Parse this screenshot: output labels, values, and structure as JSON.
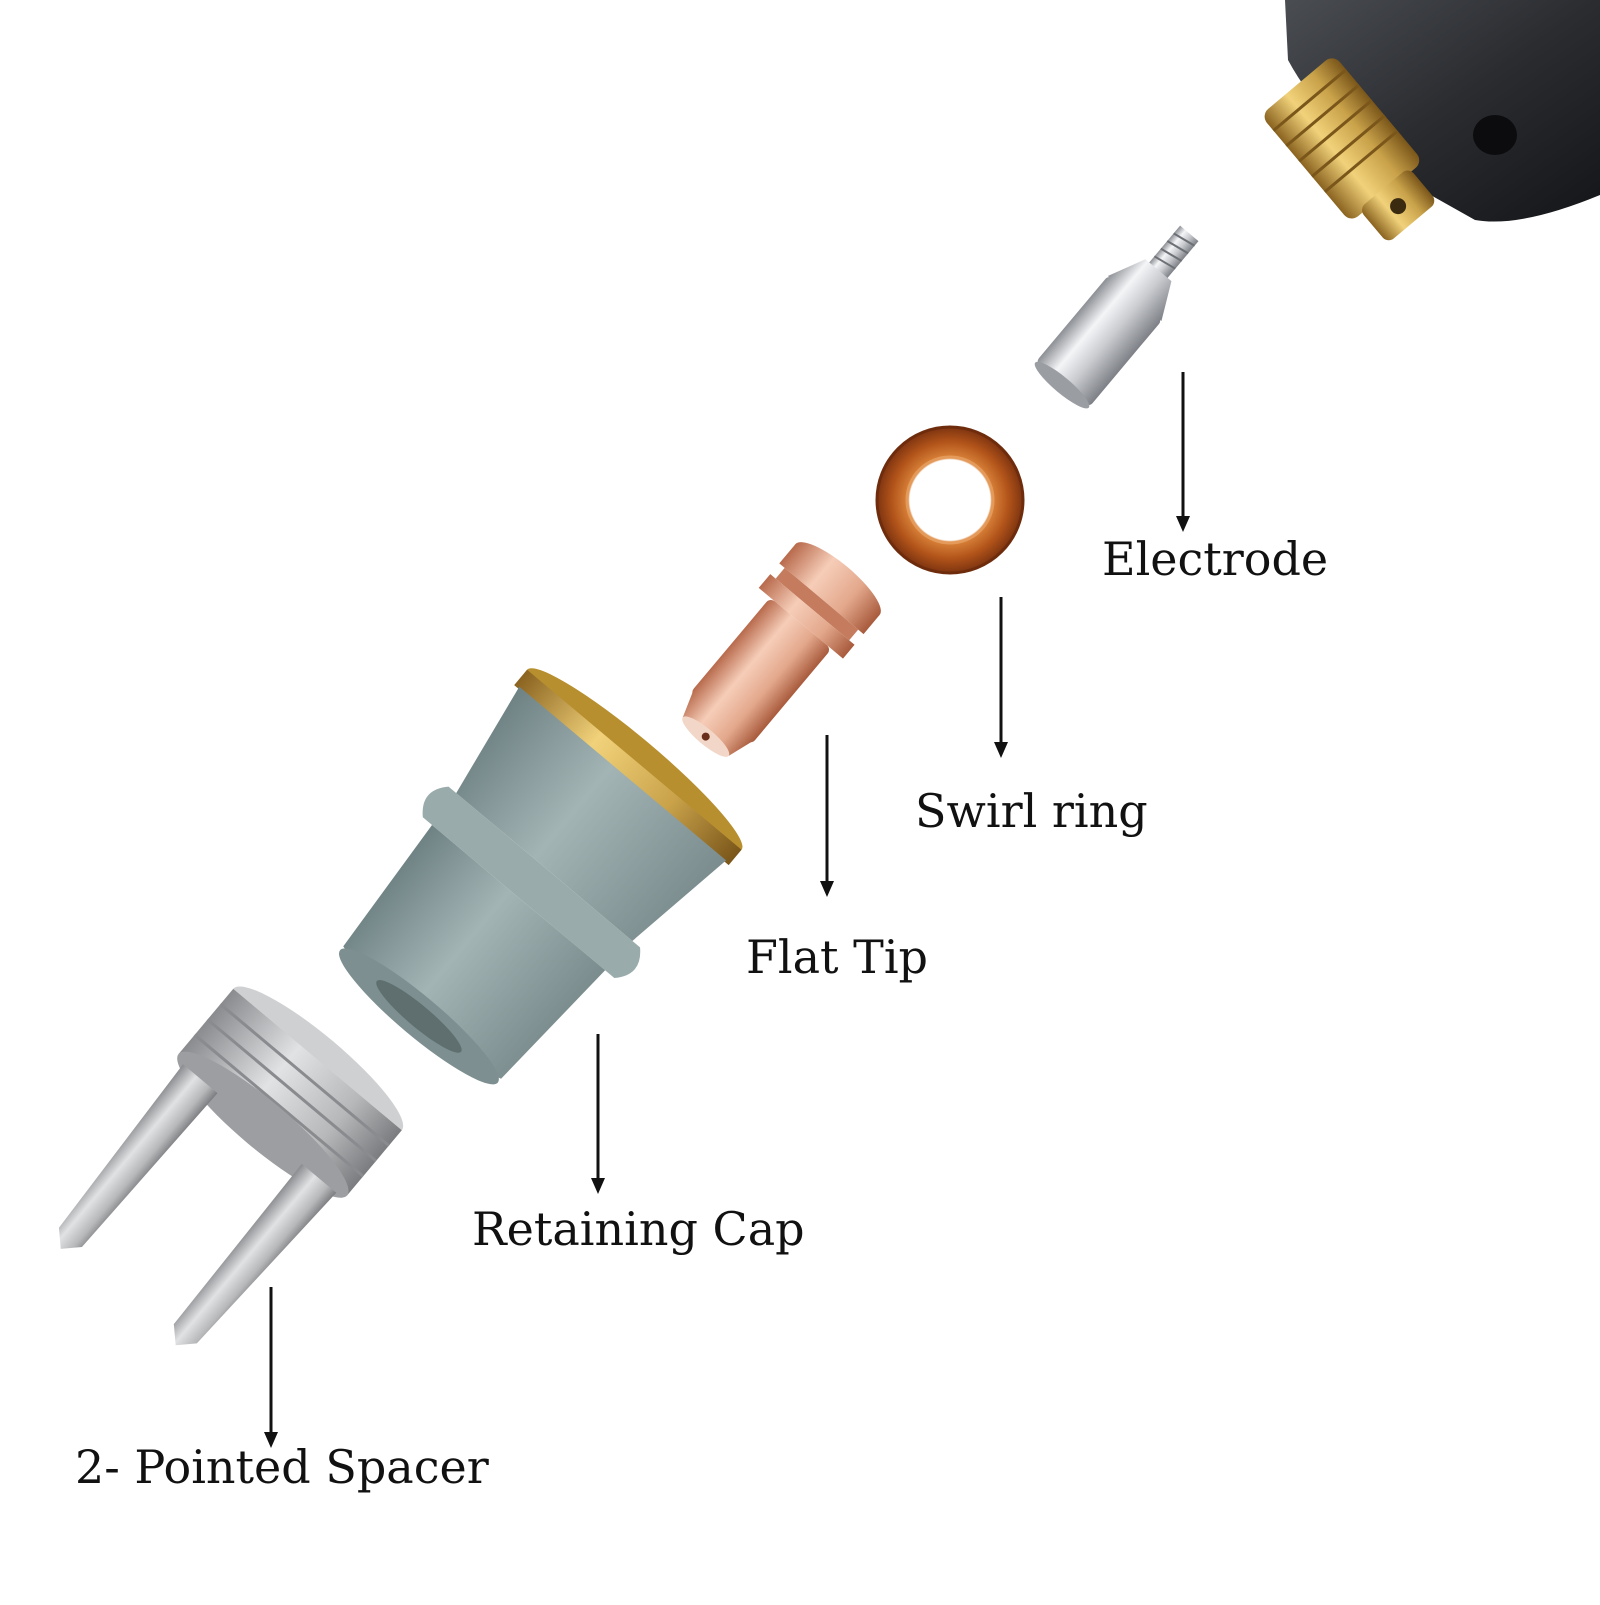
{
  "labels": {
    "electrode": "Electrode",
    "swirl_ring": "Swirl ring",
    "flat_tip": "Flat Tip",
    "retaining_cap": "Retaining Cap",
    "spacer": "2- Pointed Spacer"
  },
  "colors": {
    "torch_body": "#2a2c30",
    "brass": "#c9a24a",
    "electrode_silver": "#d4d6da",
    "swirl_ring": "#b2541a",
    "copper_tip": "#e3a88c",
    "cap_gray": "#8fa1a2",
    "spacer_steel": "#b7b8ba",
    "line": "#111111"
  }
}
